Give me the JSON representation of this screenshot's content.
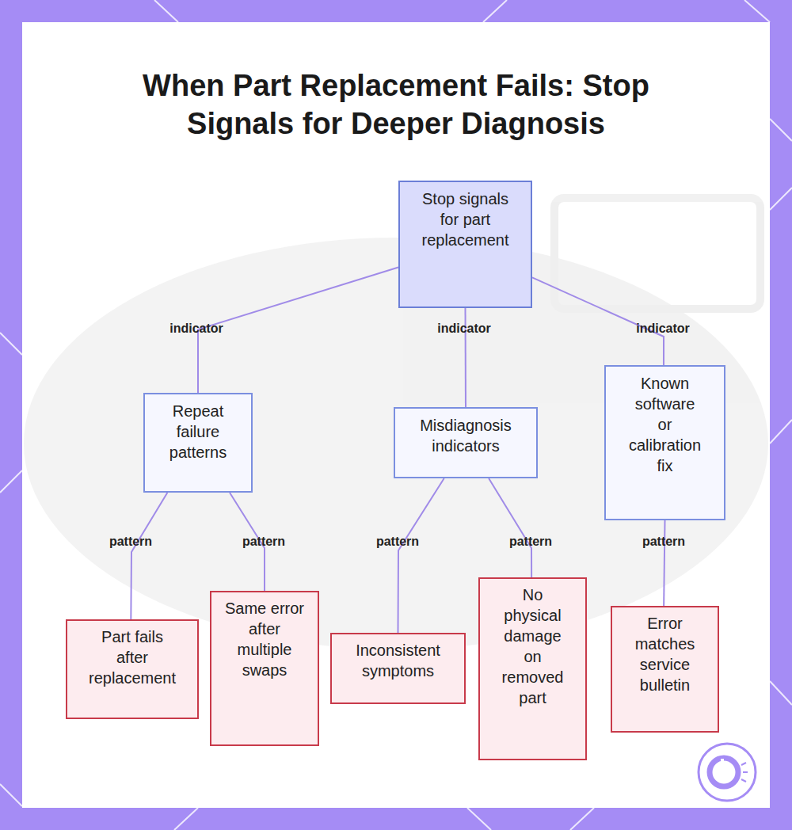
{
  "diagram": {
    "title": "When Part Replacement Fails: Stop Signals for Deeper Diagnosis",
    "nodes": [
      {
        "text": [
          "Stop signals for part replacement"
        ]
      },
      {
        "text": [
          "Repeat failure patterns"
        ]
      },
      {
        "text": [
          "Misdiagnosis indicators"
        ]
      },
      {
        "text": [
          "Known software or calibration fix"
        ]
      },
      {
        "text": [
          "Part fails after replacement"
        ]
      },
      {
        "text": [
          "Same error after multiple swaps"
        ]
      },
      {
        "text": [
          "Inconsistent symptoms"
        ]
      },
      {
        "text": [
          "No physical damage on removed part"
        ]
      },
      {
        "text": [
          "Error matches service bulletin"
        ]
      }
    ],
    "edges": [
      {
        "from": 0,
        "to": 1,
        "label": "indicator",
        "arrow": "none"
      },
      {
        "from": 0,
        "to": 2,
        "label": "indicator",
        "arrow": "none"
      },
      {
        "from": 0,
        "to": 3,
        "label": "indicator",
        "arrow": "none"
      },
      {
        "from": 1,
        "to": 4,
        "label": "pattern",
        "arrow": "none"
      },
      {
        "from": 1,
        "to": 5,
        "label": "pattern",
        "arrow": "none"
      },
      {
        "from": 2,
        "to": 6,
        "label": "pattern",
        "arrow": "none"
      },
      {
        "from": 2,
        "to": 7,
        "label": "pattern",
        "arrow": "none"
      },
      {
        "from": 3,
        "to": 8,
        "label": "pattern",
        "arrow": "none"
      }
    ]
  }
}
